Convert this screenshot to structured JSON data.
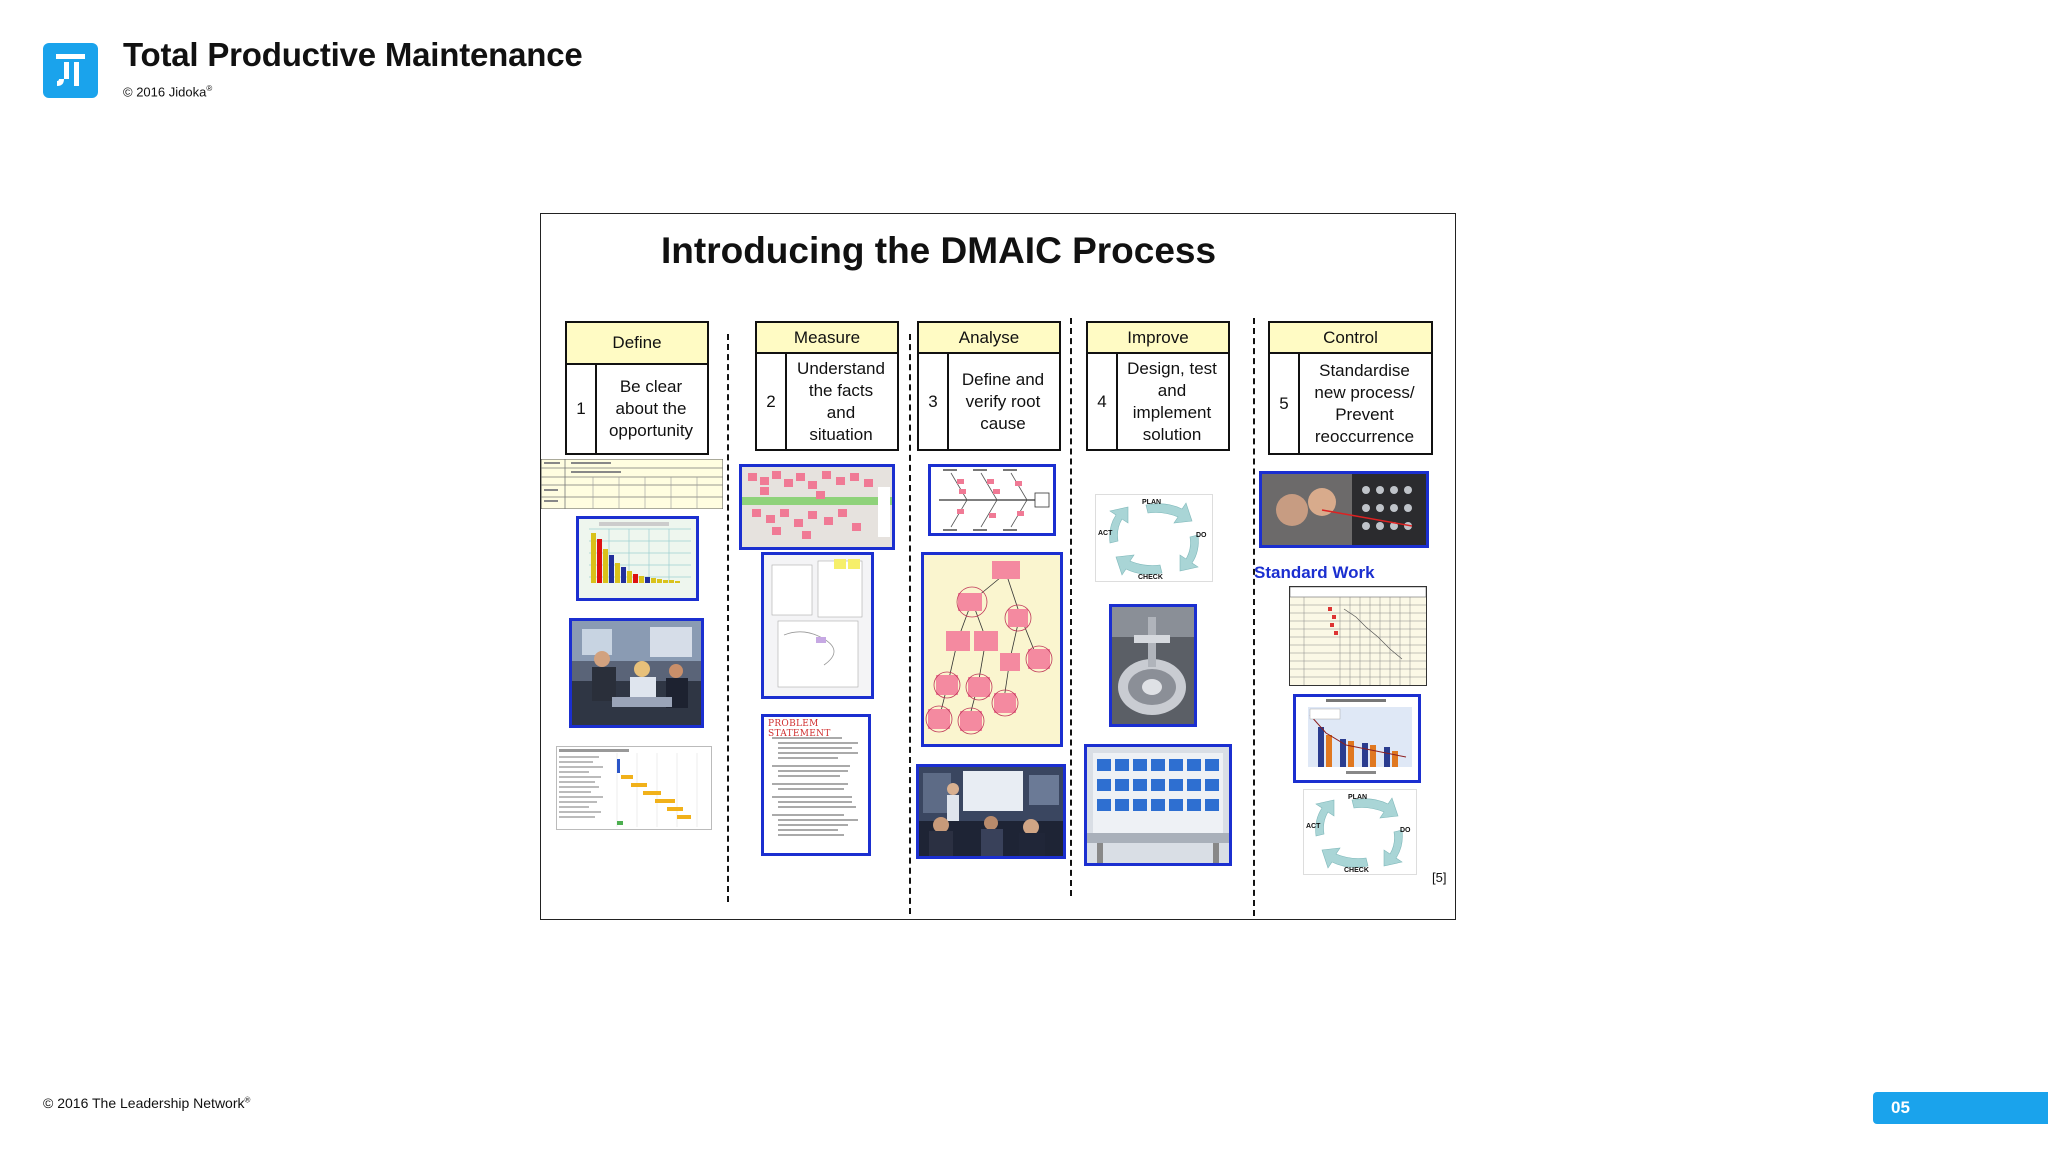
{
  "header": {
    "title": "Total Productive Maintenance",
    "copyright": "© 2016 Jidoka",
    "copyright_mark": "®"
  },
  "slide": {
    "title": "Introducing the DMAIC Process",
    "phases": [
      {
        "name": "Define",
        "number": "1",
        "description": "Be clear\nabout the\nopportunity"
      },
      {
        "name": "Measure",
        "number": "2",
        "description": "Understand\nthe facts\nand\nsituation"
      },
      {
        "name": "Analyse",
        "number": "3",
        "description": "Define and\nverify root\ncause"
      },
      {
        "name": "Improve",
        "number": "4",
        "description": "Design, test\nand\nimplement\nsolution"
      },
      {
        "name": "Control",
        "number": "5",
        "description": "Standardise\nnew process/\nPrevent\nreoccurrence"
      }
    ],
    "standard_work_label": "Standard Work",
    "problem_statement": "PROBLEM STATEMENT",
    "pdca": {
      "plan": "PLAN",
      "do": "DO",
      "check": "CHECK",
      "act": "ACT"
    },
    "reference": "[5]"
  },
  "footer": {
    "copyright": "© 2016 The Leadership Network",
    "copyright_mark": "®",
    "page_number": "05"
  },
  "colors": {
    "brand_blue": "#1aa3ec",
    "frame_blue": "#1b2fd0",
    "header_yellow": "#fffbc4"
  }
}
